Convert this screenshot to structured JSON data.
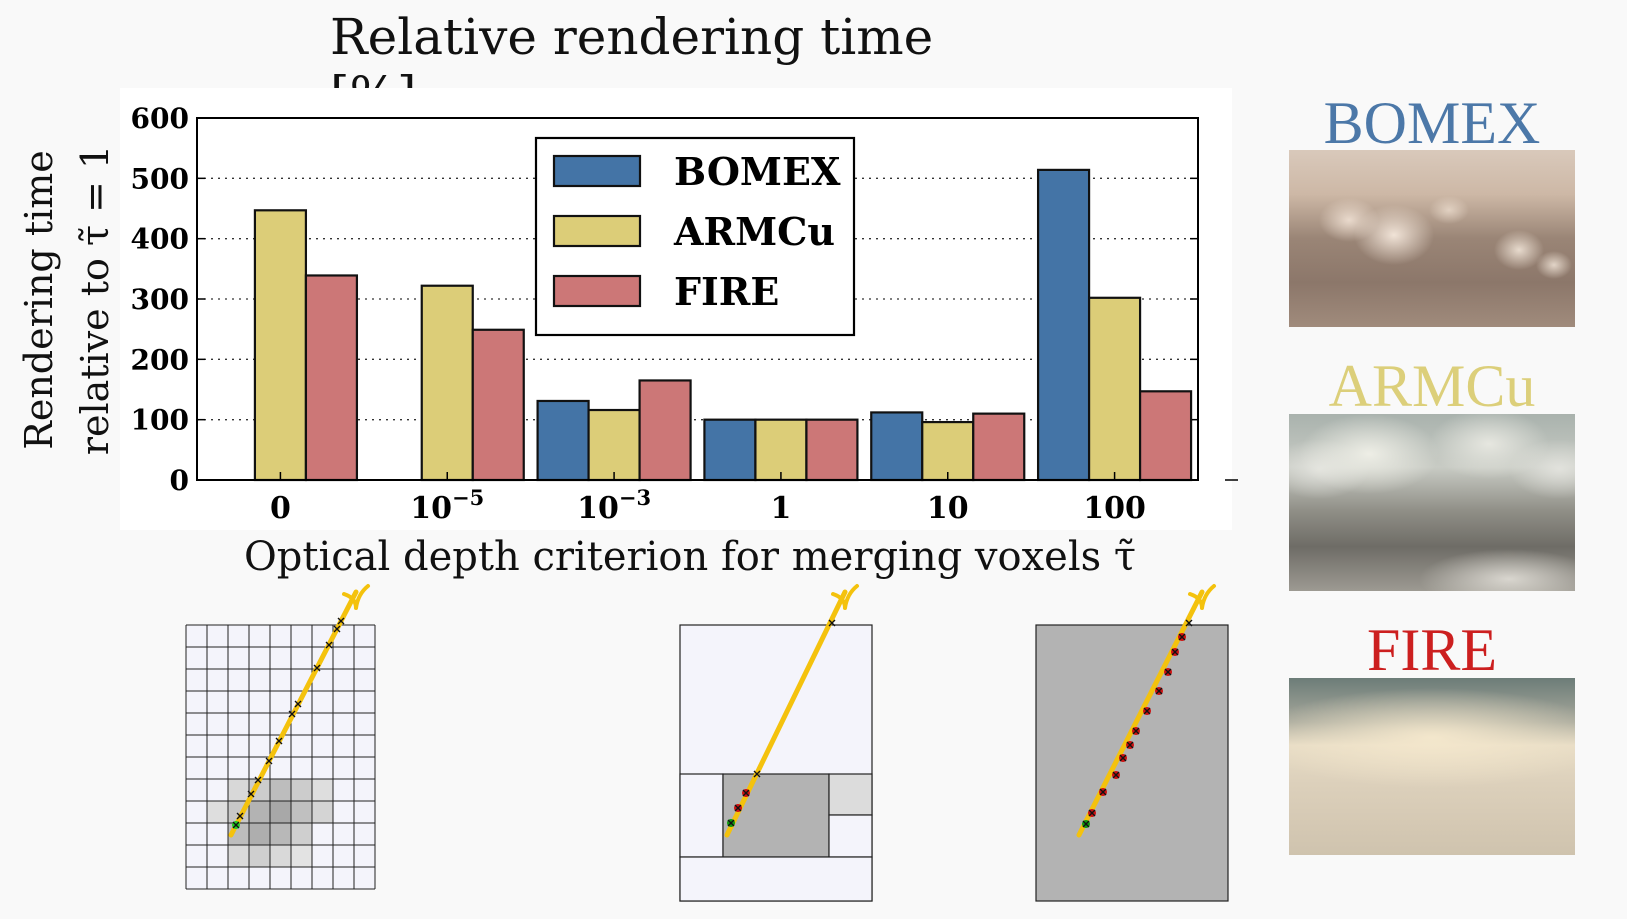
{
  "title": "Relative rendering time [%]",
  "scenes": [
    {
      "label": "BOMEX",
      "color": "#4c78a8"
    },
    {
      "label": "ARMCu",
      "color": "#dccf7a"
    },
    {
      "label": "FIRE",
      "color": "#cc1f1f"
    }
  ],
  "colors": {
    "bomex": "#4474a6",
    "armcu": "#dccd78",
    "fire": "#cc7777",
    "ray": "#f4c20d",
    "cell_dark": "#b3b3b3"
  },
  "chart_data": {
    "type": "bar",
    "categories": [
      "0",
      "10^-5",
      "10^-3",
      "1",
      "10",
      "100"
    ],
    "category_labels": [
      {
        "base": "0",
        "exp": ""
      },
      {
        "base": "10",
        "exp": "−5"
      },
      {
        "base": "10",
        "exp": "−3"
      },
      {
        "base": "1",
        "exp": ""
      },
      {
        "base": "10",
        "exp": ""
      },
      {
        "base": "100",
        "exp": ""
      }
    ],
    "series": [
      {
        "name": "BOMEX",
        "values": [
          0,
          0,
          131,
          100,
          112,
          514
        ]
      },
      {
        "name": "ARMCu",
        "values": [
          447,
          322,
          116,
          100,
          96,
          302
        ]
      },
      {
        "name": "FIRE",
        "values": [
          339,
          249,
          165,
          100,
          110,
          147
        ]
      }
    ],
    "xlabel": "Optical depth criterion for merging voxels τ̃",
    "ylabel": [
      "Rendering time",
      "relative to τ̃ = 1"
    ],
    "yticks": [
      0,
      100,
      200,
      300,
      400,
      500,
      600
    ],
    "ylim": [
      0,
      600
    ],
    "grid": "y-dotted",
    "legend_position": "top-center"
  }
}
